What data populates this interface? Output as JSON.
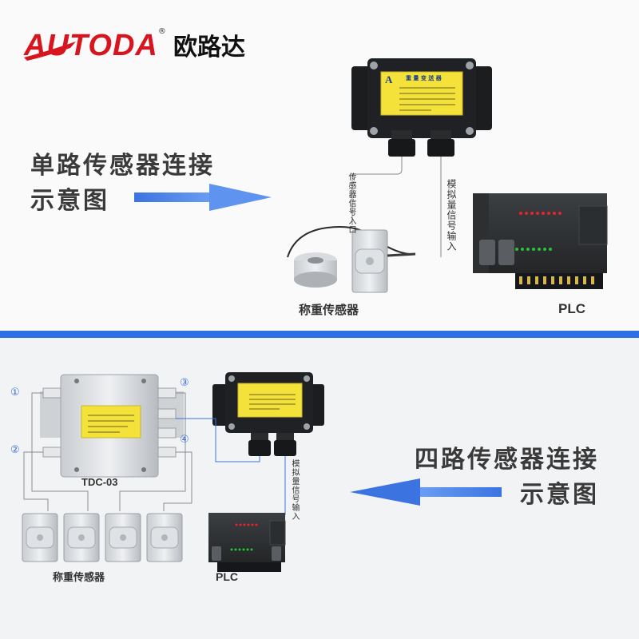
{
  "brand": {
    "name_latin": "AUTODA",
    "name_latin_first": "A",
    "name_latin_rest": "UTODA",
    "registered": "®",
    "name_cn": "欧路达"
  },
  "top": {
    "title_line1": "单路传感器连接",
    "title_line2": "示意图",
    "transmitter_label": "重 量 变 送 器",
    "input_label": "传感器信号入口",
    "output_label": "模拟量信号输入",
    "sensor_label": "称重传感器",
    "plc_label": "PLC"
  },
  "bottom": {
    "title_line1": "四路传感器连接",
    "title_line2": "示意图",
    "junction_box_model": "TDC-03",
    "output_label": "模拟量信号输入",
    "sensor_label": "称重传感器",
    "plc_label": "PLC",
    "channels": [
      "①",
      "②",
      "③",
      "④"
    ]
  },
  "colors": {
    "brand_red": "#d8141e",
    "arrow_blue": "#3b73e0",
    "divider_blue": "#2f6fe6",
    "transmitter_yellow": "#f4e23a"
  }
}
